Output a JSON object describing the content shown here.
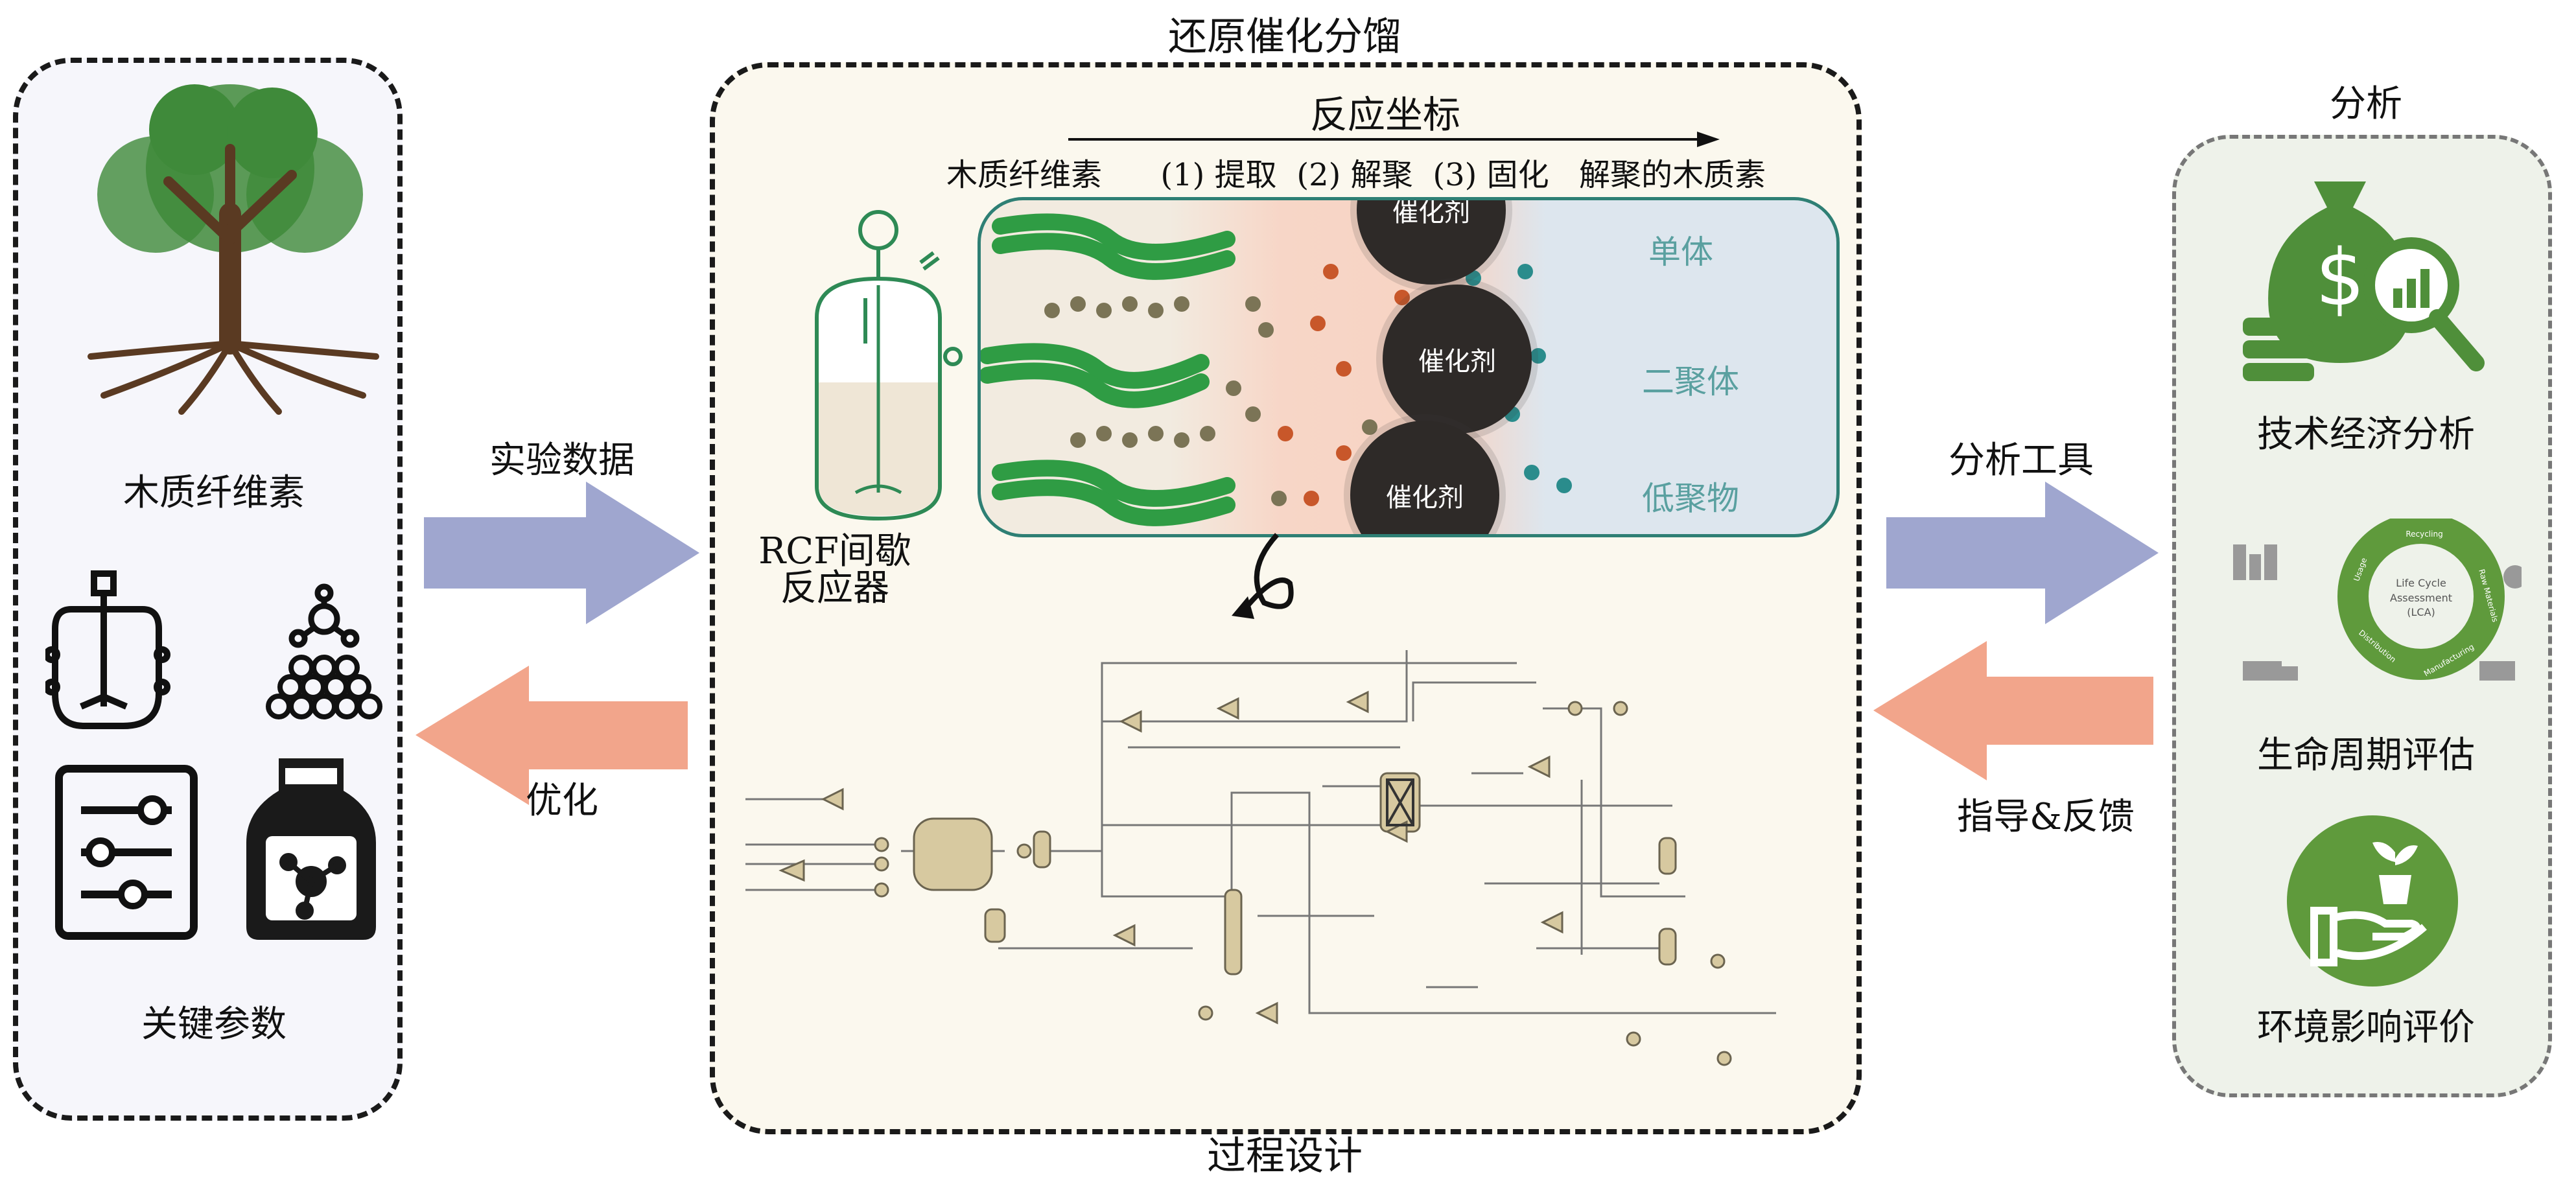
{
  "title_top": "还原催化分馏",
  "title_bottom": "过程设计",
  "left_panel": {
    "feedstock_label": "木质纤维素",
    "params_label": "关键参数",
    "icons": [
      "tree-icon",
      "stirred-reactor-icon",
      "catalyst-particles-icon",
      "sliders-icon",
      "chemical-bottle-icon"
    ]
  },
  "arrows": {
    "experimental_data": "实验数据",
    "optimization": "优化",
    "analysis_tools": "分析工具",
    "guidance_feedback": "指导&反馈",
    "forward_color": "#9fa6cf",
    "backward_color": "#f2a58b"
  },
  "center": {
    "reactor_label_line1": "RCF间歇",
    "reactor_label_line2": "反应器",
    "reaction_coordinate": "反应坐标",
    "stages": [
      "木质纤维素",
      "(1) 提取",
      "(2) 解聚",
      "(3) 固化",
      "解聚的木质素"
    ],
    "catalyst": "催化剂",
    "products": {
      "monomer": "单体",
      "dimer": "二聚体",
      "oligomer": "低聚物"
    }
  },
  "right_panel": {
    "title": "分析",
    "tea_label": "技术经济分析",
    "lca_label": "生命周期评估",
    "lca_center": [
      "Life Cycle",
      "Assessment",
      "(LCA)"
    ],
    "lca_stages": [
      "Recycling",
      "Raw Materials",
      "Manufacturing",
      "Distribution",
      "Usage"
    ],
    "eia_label": "环境影响评价",
    "green": "#5f9a3c"
  }
}
